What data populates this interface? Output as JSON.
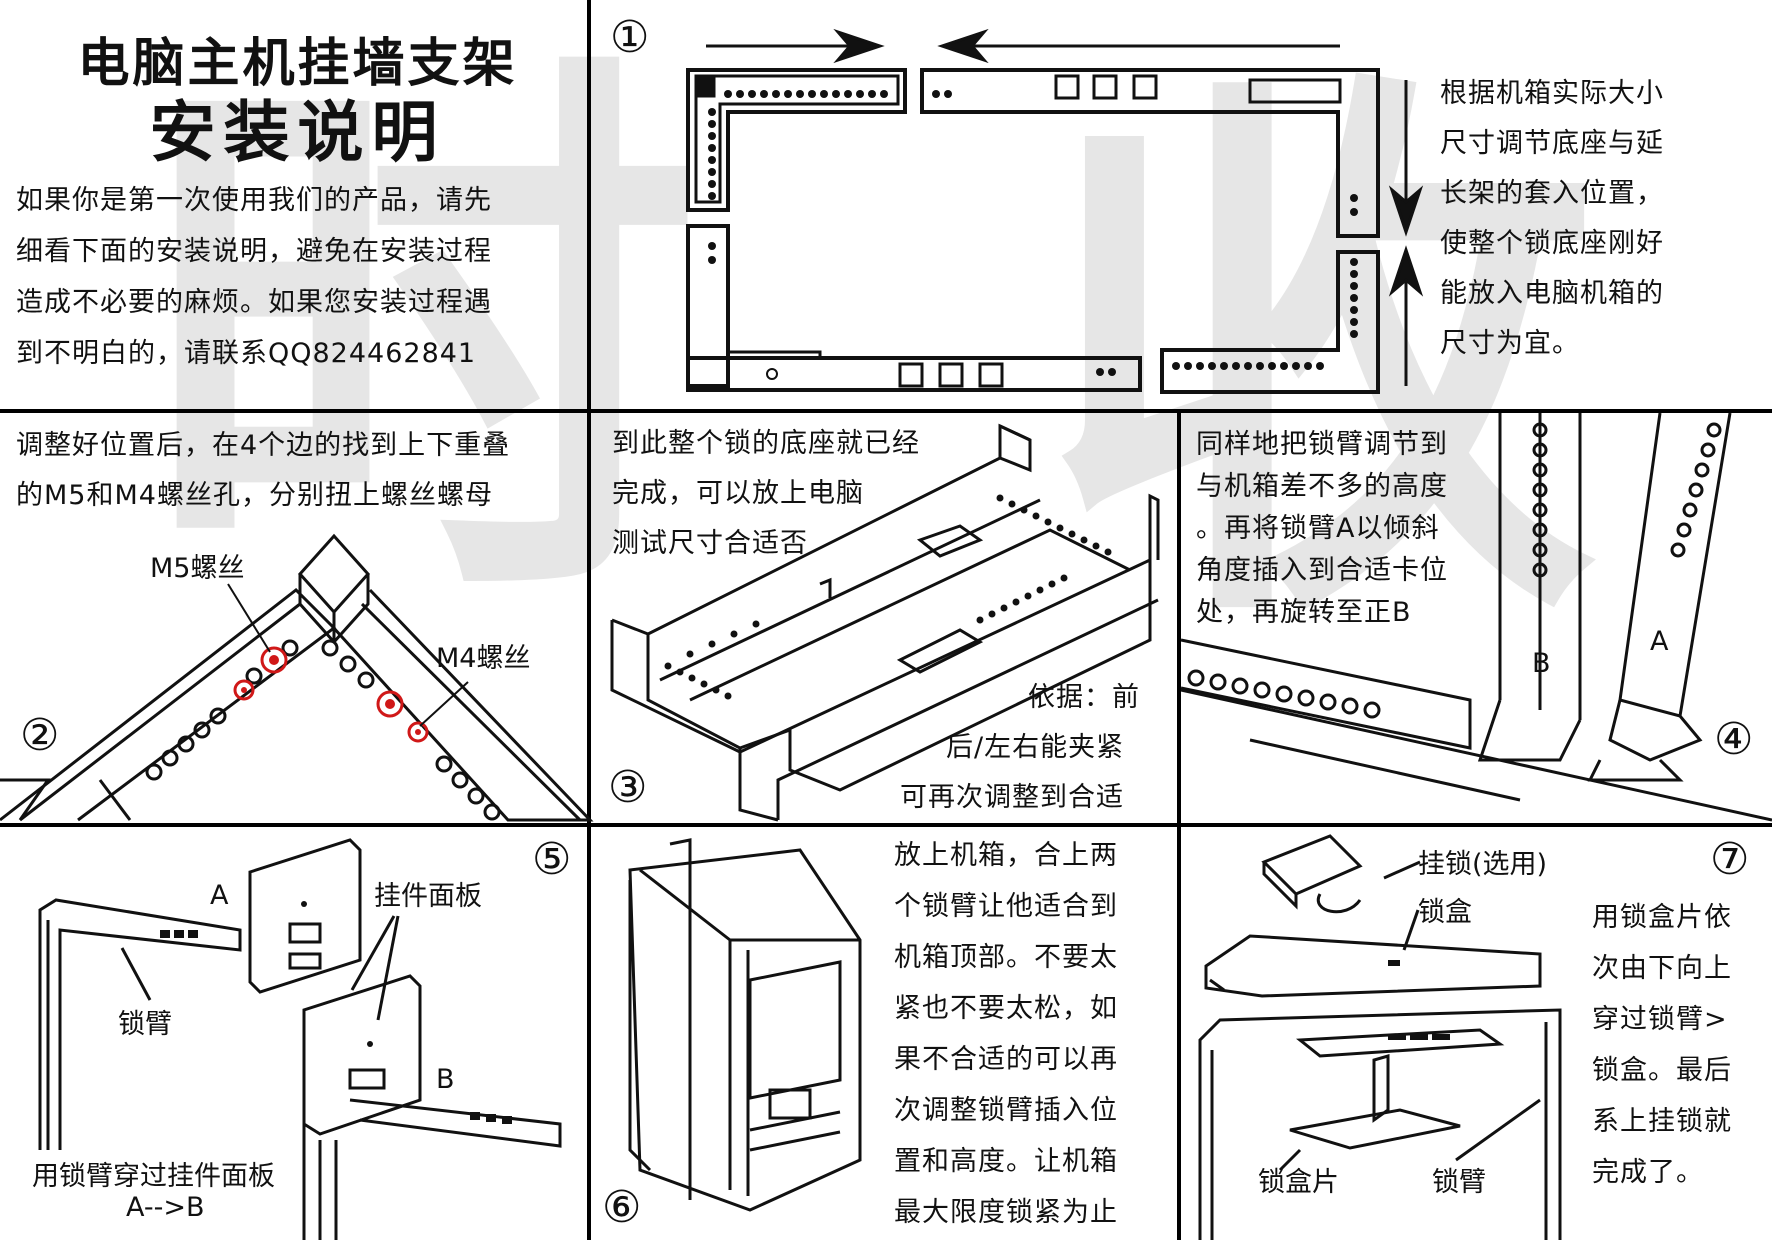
{
  "header": {
    "title_line1": "电脑主机挂墙支架",
    "title_line2": "安装说明",
    "intro_lines": [
      "如果你是第一次使用我们的产品，请先",
      "细看下面的安装说明，避免在安装过程",
      "造成不必要的麻烦。如果您安装过程遇",
      "到不明白的，请联系QQ824462841"
    ]
  },
  "step1": {
    "number": "①",
    "text_lines": [
      "根据机箱实际大小",
      "尺寸调节底座与延",
      "长架的套入位置，",
      "使整个锁底座刚好",
      "能放入电脑机箱的",
      "尺寸为宜。"
    ]
  },
  "step2": {
    "number": "②",
    "text_lines": [
      "调整好位置后，在4个边的找到上下重叠",
      "的M5和M4螺丝孔，分别扭上螺丝螺母"
    ],
    "label_m5": "M5螺丝",
    "label_m4": "M4螺丝"
  },
  "step3": {
    "number": "③",
    "text_lines": [
      "到此整个锁的底座就已经",
      "完成，可以放上电脑",
      "测试尺寸合适否"
    ],
    "note_lines": [
      "依据：前",
      "后/左右能夹紧",
      "可再次调整到合适"
    ]
  },
  "step4": {
    "number": "④",
    "text_lines": [
      "同样地把锁臂调节到",
      "与机箱差不多的高度",
      "。再将锁臂A以倾斜",
      "角度插入到合适卡位",
      "处，再旋转至正B"
    ],
    "label_a": "A",
    "label_b": "B"
  },
  "step5": {
    "number": "⑤",
    "label_a": "A",
    "label_b": "B",
    "label_panel": "挂件面板",
    "label_arm": "锁臂",
    "caption_line1": "用锁臂穿过挂件面板",
    "caption_line2": "A-->B"
  },
  "step6": {
    "number": "⑥",
    "text_lines": [
      "放上机箱，合上两",
      "个锁臂让他适合到",
      "机箱顶部。不要太",
      "紧也不要太松，如",
      "果不合适的可以再",
      "次调整锁臂插入位",
      "置和高度。让机箱",
      "最大限度锁紧为止"
    ]
  },
  "step7": {
    "number": "⑦",
    "label_padlock": "挂锁(选用)",
    "label_box": "锁盒",
    "label_plate": "锁盒片",
    "label_arm": "锁臂",
    "text_lines": [
      "用锁盒片依",
      "次由下向上",
      "穿过锁臂>",
      "锁盒。最后",
      "系上挂锁就",
      "完成了。"
    ]
  },
  "colors": {
    "ink": "#111111",
    "accent_red": "#d01818",
    "watermark": "#e6e6e6"
  }
}
